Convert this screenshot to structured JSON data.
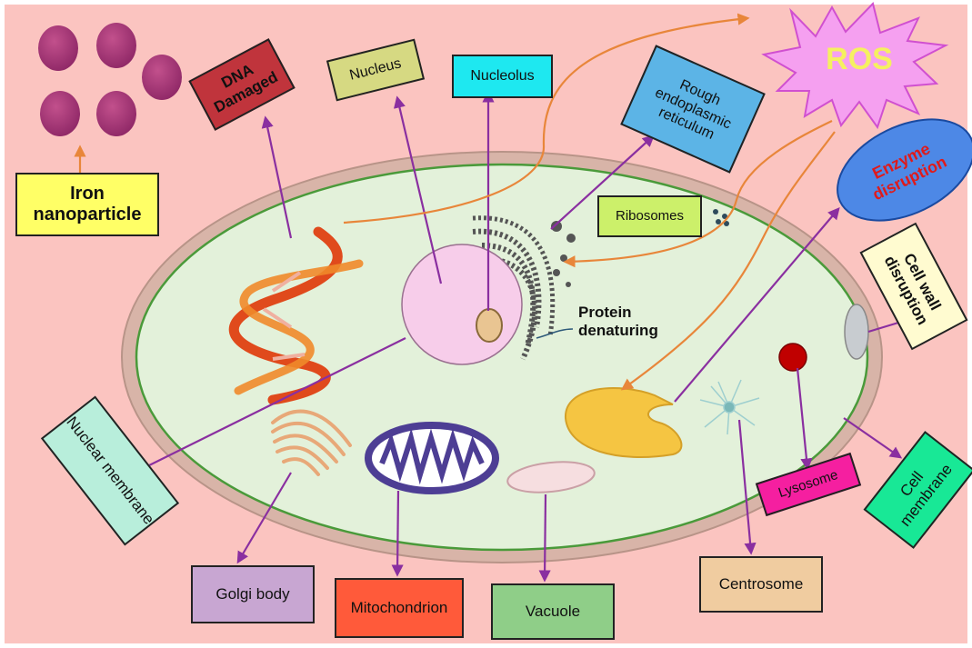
{
  "labels": {
    "iron": "Iron nanoparticle",
    "dna": "DNA Damaged",
    "nucleus": "Nucleus",
    "nucleolus": "Nucleolus",
    "rough_er": "Rough endoplasmic reticulum",
    "ros": "ROS",
    "enzyme": "Enzyme disruption",
    "ribosomes": "Ribosomes",
    "cell_wall": "Cell wall disruption",
    "protein": "Protein denaturing",
    "nuclear_membrane": "Nuclear membrane",
    "cell_membrane": "Cell membrane",
    "lysosome": "Lysosome",
    "golgi": "Golgi body",
    "mitochondrion": "Mitochondrion",
    "vacuole": "Vacuole",
    "centrosome": "Centrosome"
  },
  "colors": {
    "background": "#fbc4c0",
    "cell_fill": "#e3f1da",
    "cell_wall": "#d8b4a8",
    "cell_membrane_line": "#4a9a3a",
    "arrow_purple": "#8a2fa0",
    "arrow_orange": "#e8863a",
    "nanoparticle": "#a0306e"
  }
}
